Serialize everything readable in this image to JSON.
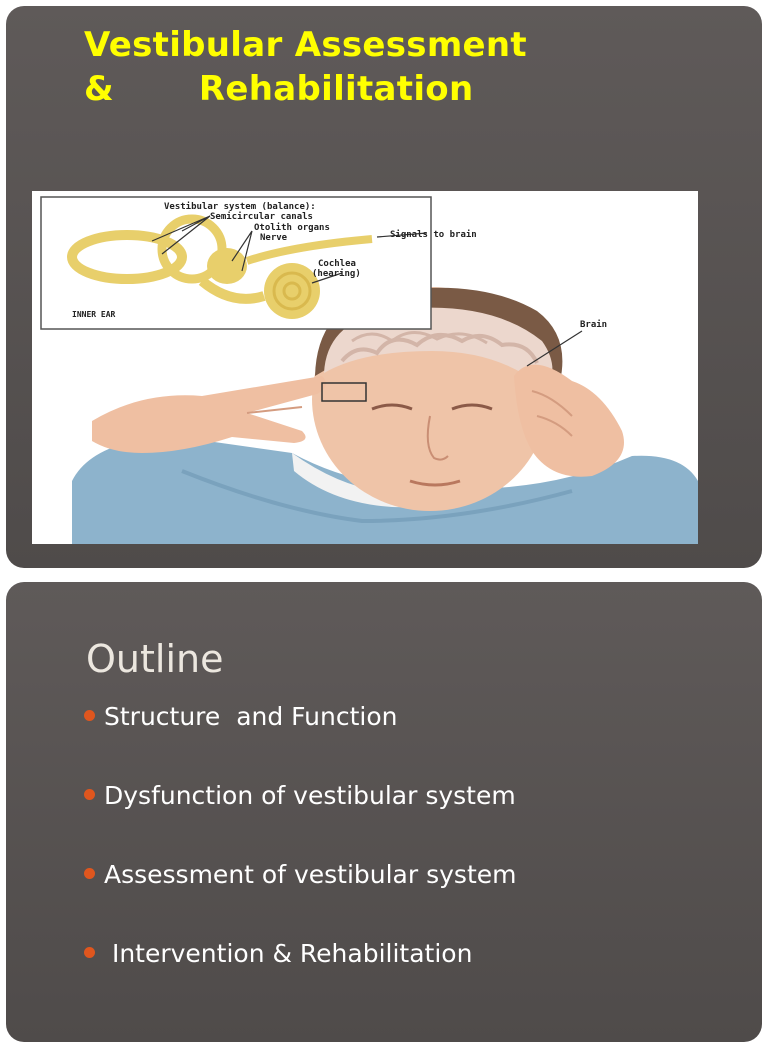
{
  "slide1": {
    "title_line1": "Vestibular Assessment",
    "title_line2": "&       Rehabilitation",
    "image": {
      "inset_title": "Vestibular system (balance):",
      "label_canals": "Semicircular canals",
      "label_otolith": "Otolith organs",
      "label_nerve": "Nerve",
      "label_signals": "Signals to brain",
      "label_cochlea": "Cochlea",
      "label_hearing": "(hearing)",
      "label_inner_ear": "INNER EAR",
      "label_brain": "Brain"
    }
  },
  "slide2": {
    "heading": "Outline",
    "bullets": [
      "Structure  and Function",
      "Dysfunction of vestibular system",
      "Assessment of vestibular system",
      " Intervention & Rehabilitation"
    ]
  },
  "colors": {
    "title": "#ffff00",
    "slide_bg": "#5a5554",
    "bullet": "#e0561e"
  }
}
